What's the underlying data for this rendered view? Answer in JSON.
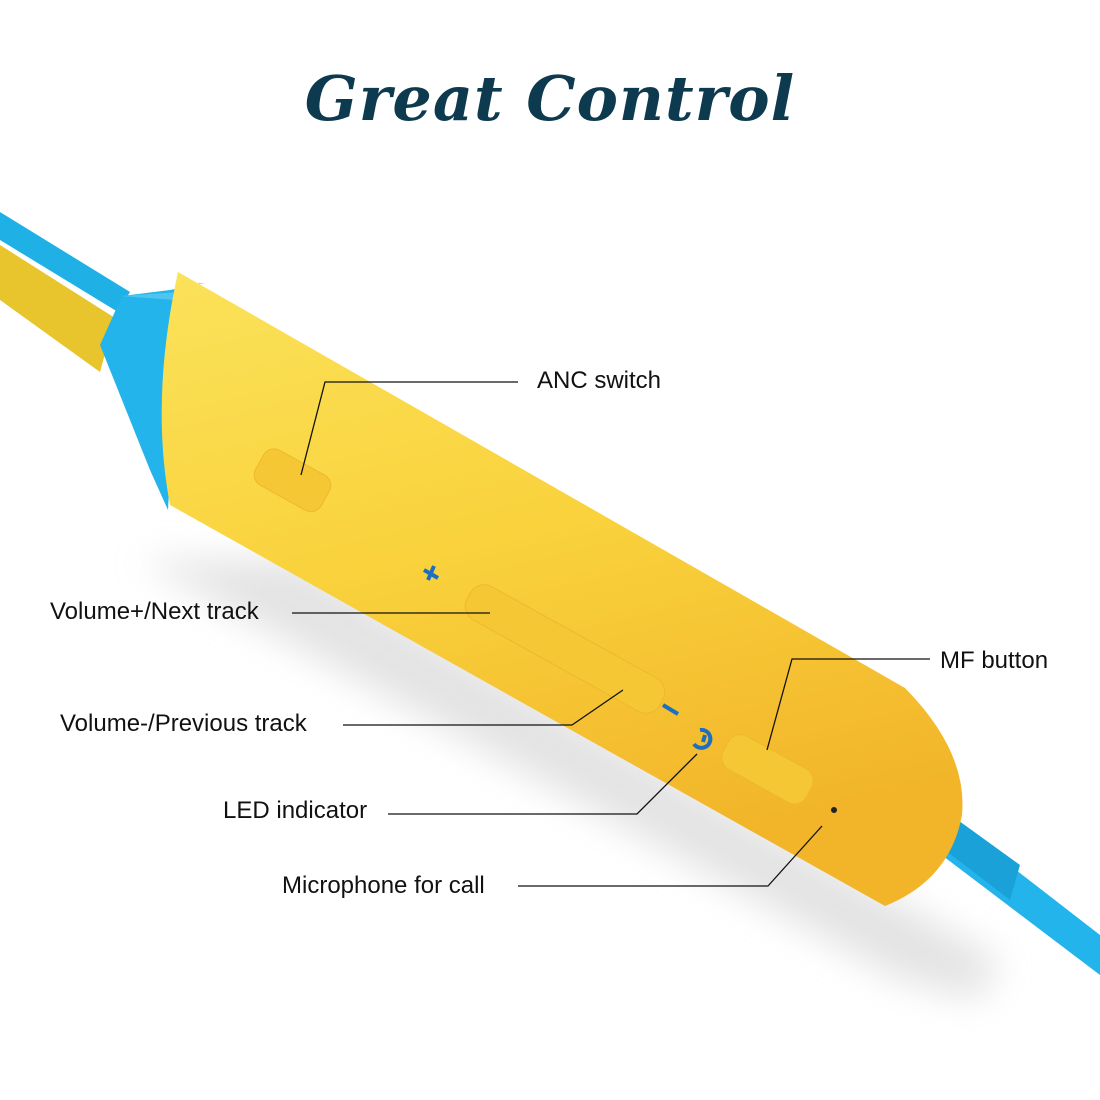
{
  "title": "Great Control",
  "labels": {
    "anc": "ANC switch",
    "vol_up": "Volume+/Next track",
    "vol_down": "Volume-/Previous track",
    "mf": "MF button",
    "led": "LED indicator",
    "mic": "Microphone for call"
  },
  "colors": {
    "body": "#f9cf3a",
    "cable": "#1fb0e6",
    "title": "#0d3a4e",
    "icon": "#1e6fc0"
  },
  "icons": [
    "plus-icon",
    "minus-icon",
    "power-icon"
  ]
}
